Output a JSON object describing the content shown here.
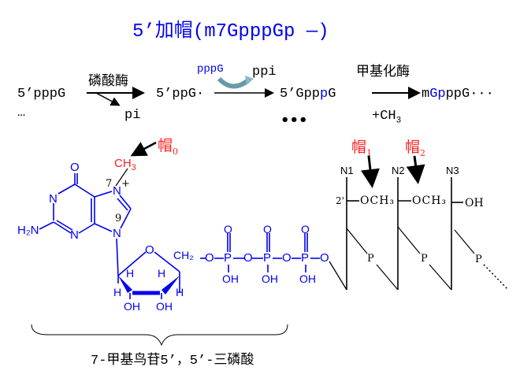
{
  "title": "5’加帽(m7GpppGp —)",
  "reaction": {
    "s1": "5’pppG",
    "s1_cont": "…",
    "enzyme1": "磷酸酶",
    "byproduct1": "pi",
    "s2": "5’ppG·",
    "reagent2": "pppG",
    "byproduct2": "ppi",
    "s3_prefix": "5’Gpp",
    "s3_blue": "p",
    "s3_suffix": "G",
    "s3_cont": "•••",
    "enzyme3": "甲基化酶",
    "plus_ch3": "+CH",
    "plus_ch3_sub": "3",
    "product_prefix": "m",
    "product_blue": "Gp",
    "product_suffix": "ppG···"
  },
  "structure": {
    "cap0": "帽",
    "cap0_sub": "0",
    "cap1": "帽",
    "cap1_sub": "1",
    "cap2": "帽",
    "cap2_sub": "2",
    "ch3": "CH",
    "ch3_sub": "3",
    "n7": "7",
    "n9": "9",
    "plus": "+",
    "o": "O",
    "n": "N",
    "h2n": "H₂N",
    "h": "H",
    "oh": "OH",
    "p": "P",
    "ch2": "CH₂",
    "n1": "N1",
    "n2": "N2",
    "n3": "N3",
    "prime2": "2'",
    "och3": "OCH₃",
    "caption": "7-甲基鸟苷5’，5’-三磷酸"
  },
  "colors": {
    "title": "#0000ee",
    "molecule": "#0000ee",
    "cap": "#ff2020"
  }
}
